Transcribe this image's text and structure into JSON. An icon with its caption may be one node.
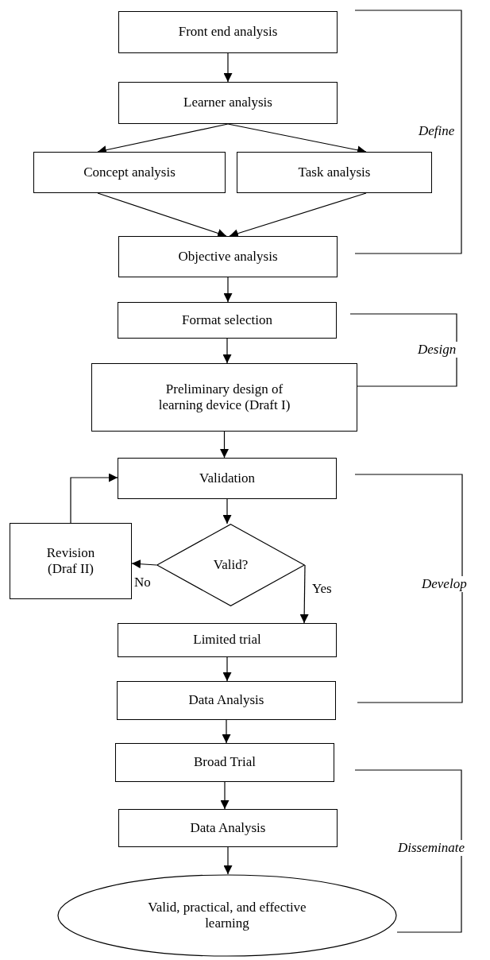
{
  "diagram": {
    "nodes": [
      {
        "text": [
          "Front end analysis"
        ]
      },
      {
        "text": [
          "Learner analysis"
        ]
      },
      {
        "text": [
          "Concept analysis"
        ]
      },
      {
        "text": [
          "Task analysis"
        ]
      },
      {
        "text": [
          "Objective analysis"
        ]
      },
      {
        "text": [
          "Format selection"
        ]
      },
      {
        "text": [
          "Preliminary design of learning device (Draft I)"
        ]
      },
      {
        "text": [
          "Validation"
        ]
      },
      {
        "text": [
          "Valid?"
        ]
      },
      {
        "text": [
          "Revision (Draf II)"
        ]
      },
      {
        "text": [
          "Limited trial"
        ]
      },
      {
        "text": [
          "Data Analysis"
        ]
      },
      {
        "text": [
          "Broad Trial"
        ]
      },
      {
        "text": [
          "Data Analysis"
        ]
      },
      {
        "text": [
          "Valid, practical, and effective learning"
        ]
      }
    ],
    "edges": [
      {
        "from": 0,
        "to": 1,
        "arrow": "to"
      },
      {
        "from": 1,
        "to": 2,
        "arrow": "to"
      },
      {
        "from": 1,
        "to": 3,
        "arrow": "to"
      },
      {
        "from": 2,
        "to": 4,
        "arrow": "to"
      },
      {
        "from": 3,
        "to": 4,
        "arrow": "to"
      },
      {
        "from": 4,
        "to": 5,
        "arrow": "to"
      },
      {
        "from": 5,
        "to": 6,
        "arrow": "to"
      },
      {
        "from": 6,
        "to": 7,
        "arrow": "to"
      },
      {
        "from": 7,
        "to": 8,
        "arrow": "to"
      },
      {
        "from": 8,
        "to": 9,
        "arrow": "to",
        "label": "No"
      },
      {
        "from": 9,
        "to": 7,
        "arrow": "to"
      },
      {
        "from": 8,
        "to": 10,
        "arrow": "to",
        "label": "Yes"
      },
      {
        "from": 10,
        "to": 11,
        "arrow": "to"
      },
      {
        "from": 11,
        "to": 12,
        "arrow": "to"
      },
      {
        "from": 12,
        "to": 13,
        "arrow": "to"
      },
      {
        "from": 13,
        "to": 14,
        "arrow": "to"
      }
    ],
    "labels": [
      "Define",
      "Design",
      "Develop",
      "Disseminate"
    ]
  }
}
